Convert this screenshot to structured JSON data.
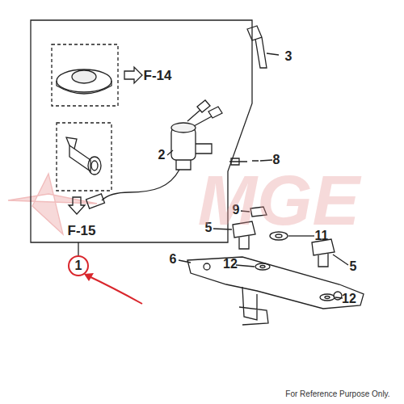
{
  "diagram": {
    "nodes": [
      {
        "text": [
          "1"
        ]
      }
    ],
    "labels": [
      "F-14",
      "3",
      "2",
      "8",
      "9",
      "5",
      "11",
      "F-15",
      "5",
      "12",
      "6",
      "12",
      "MGE",
      "For Reference Purpose Only."
    ]
  }
}
